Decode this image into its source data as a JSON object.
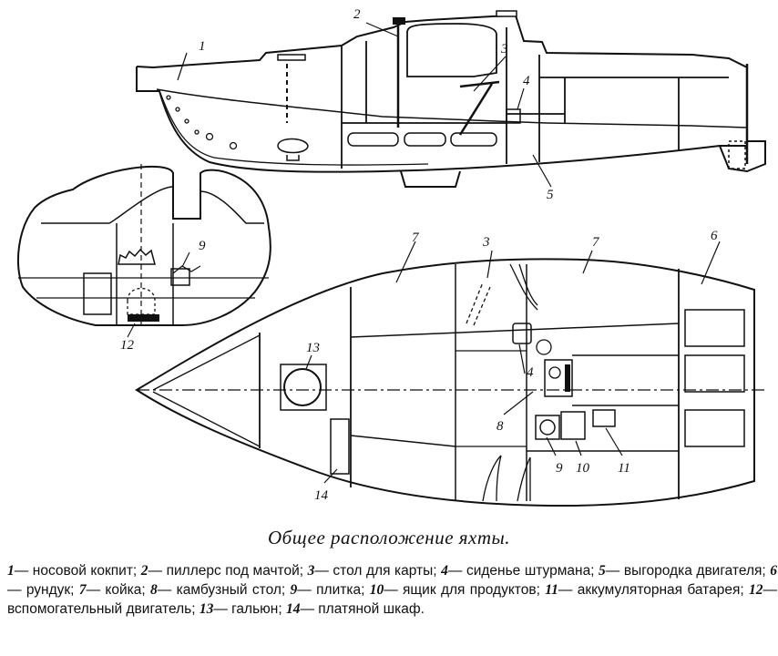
{
  "caption": "Общее расположение яхты.",
  "labels": {
    "1": "1",
    "2": "2",
    "3": "3",
    "4": "4",
    "5": "5",
    "6": "6",
    "7": "7",
    "8": "8",
    "9": "9",
    "10": "10",
    "11": "11",
    "12": "12",
    "13": "13",
    "14": "14"
  },
  "legend": [
    {
      "num": "1",
      "text": "— носовой кокпит; "
    },
    {
      "num": "2",
      "text": "— пиллерс под мачтой; "
    },
    {
      "num": "3",
      "text": "— стол для карты; "
    },
    {
      "num": "4",
      "text": "— сиденье штурмана; "
    },
    {
      "num": "5",
      "text": "— выгородка двигателя; "
    },
    {
      "num": "6",
      "text": "— рундук; "
    },
    {
      "num": "7",
      "text": "— койка; "
    },
    {
      "num": "8",
      "text": "— камбузный стол; "
    },
    {
      "num": "9",
      "text": "— плитка; "
    },
    {
      "num": "10",
      "text": "— ящик для продуктов; "
    },
    {
      "num": "11",
      "text": "— аккумуляторная батарея; "
    },
    {
      "num": "12",
      "text": "— вспомогательный двигатель; "
    },
    {
      "num": "13",
      "text": "— гальюн; "
    },
    {
      "num": "14",
      "text": "— платяной шкаф."
    }
  ]
}
